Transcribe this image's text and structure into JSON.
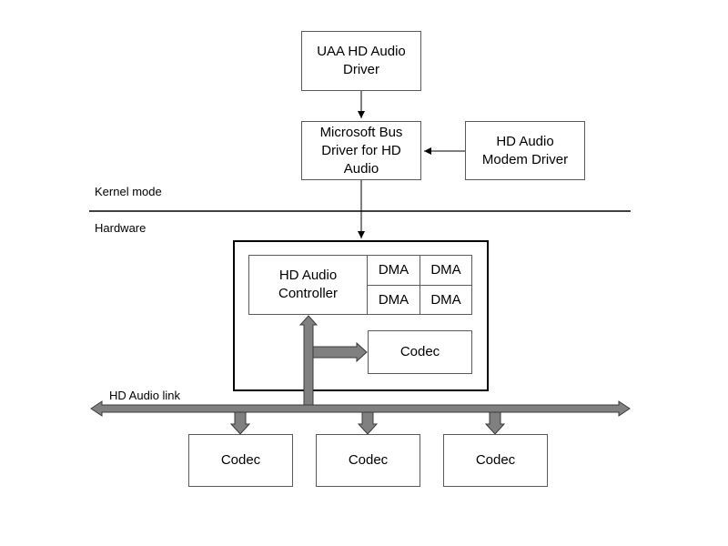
{
  "layers": {
    "kernel_mode": "Kernel mode",
    "hardware": "Hardware"
  },
  "software": {
    "uaa_driver": "UAA HD Audio\nDriver",
    "bus_driver": "Microsoft Bus\nDriver for HD\nAudio",
    "modem_driver": "HD Audio\nModem Driver"
  },
  "controller": {
    "name": "HD Audio\nController",
    "dma": [
      "DMA",
      "DMA",
      "DMA",
      "DMA"
    ],
    "internal_codec": "Codec"
  },
  "link": {
    "label": "HD Audio link"
  },
  "external_codecs": [
    "Codec",
    "Codec",
    "Codec"
  ]
}
